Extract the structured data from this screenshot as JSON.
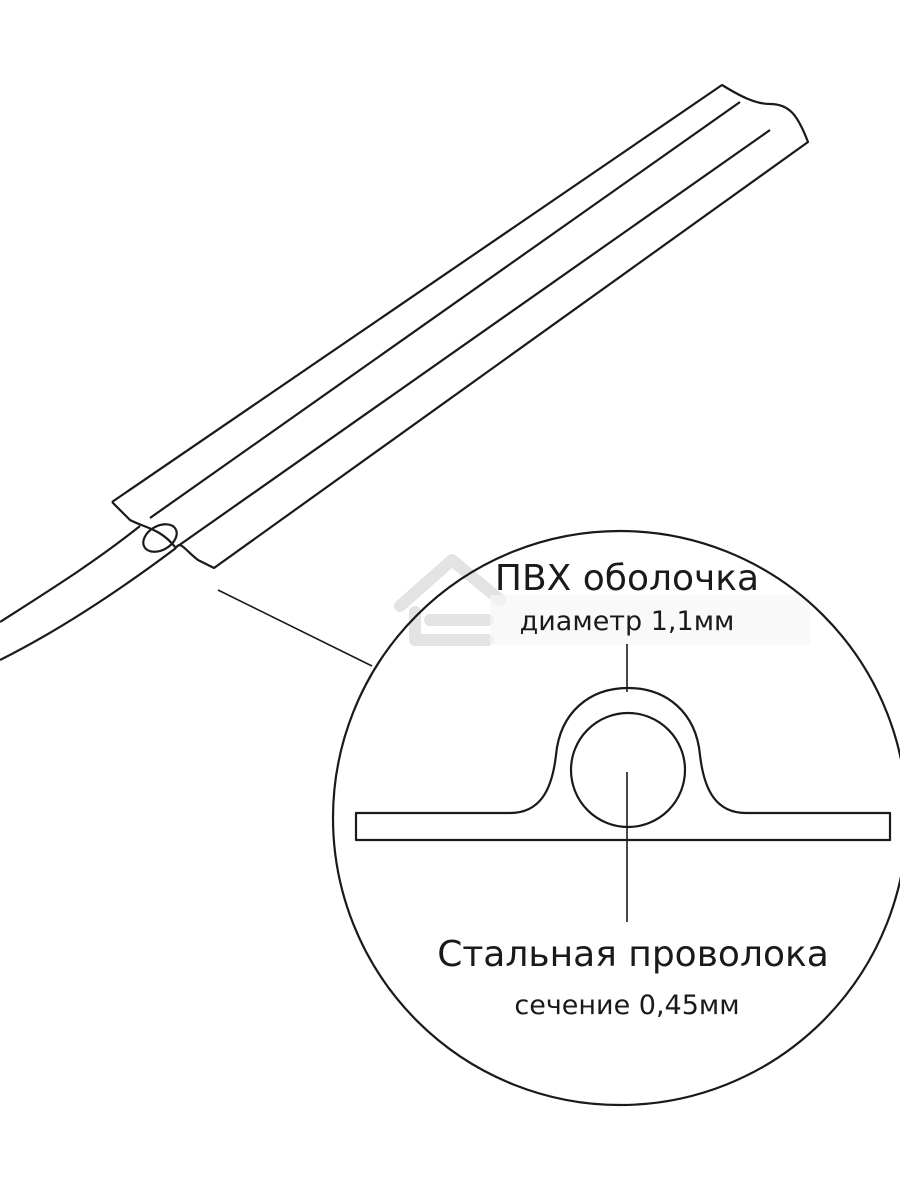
{
  "labels": {
    "sheath_title": "ПВХ оболочка",
    "sheath_sub": "диаметр 1,1мм",
    "wire_title": "Стальная проволока",
    "wire_sub": "сечение 0,45мм"
  },
  "watermark": {
    "icon": "house-icon"
  },
  "colors": {
    "stroke": "#1a1a1a",
    "background": "#ffffff",
    "watermark": "#e3e3e3"
  }
}
